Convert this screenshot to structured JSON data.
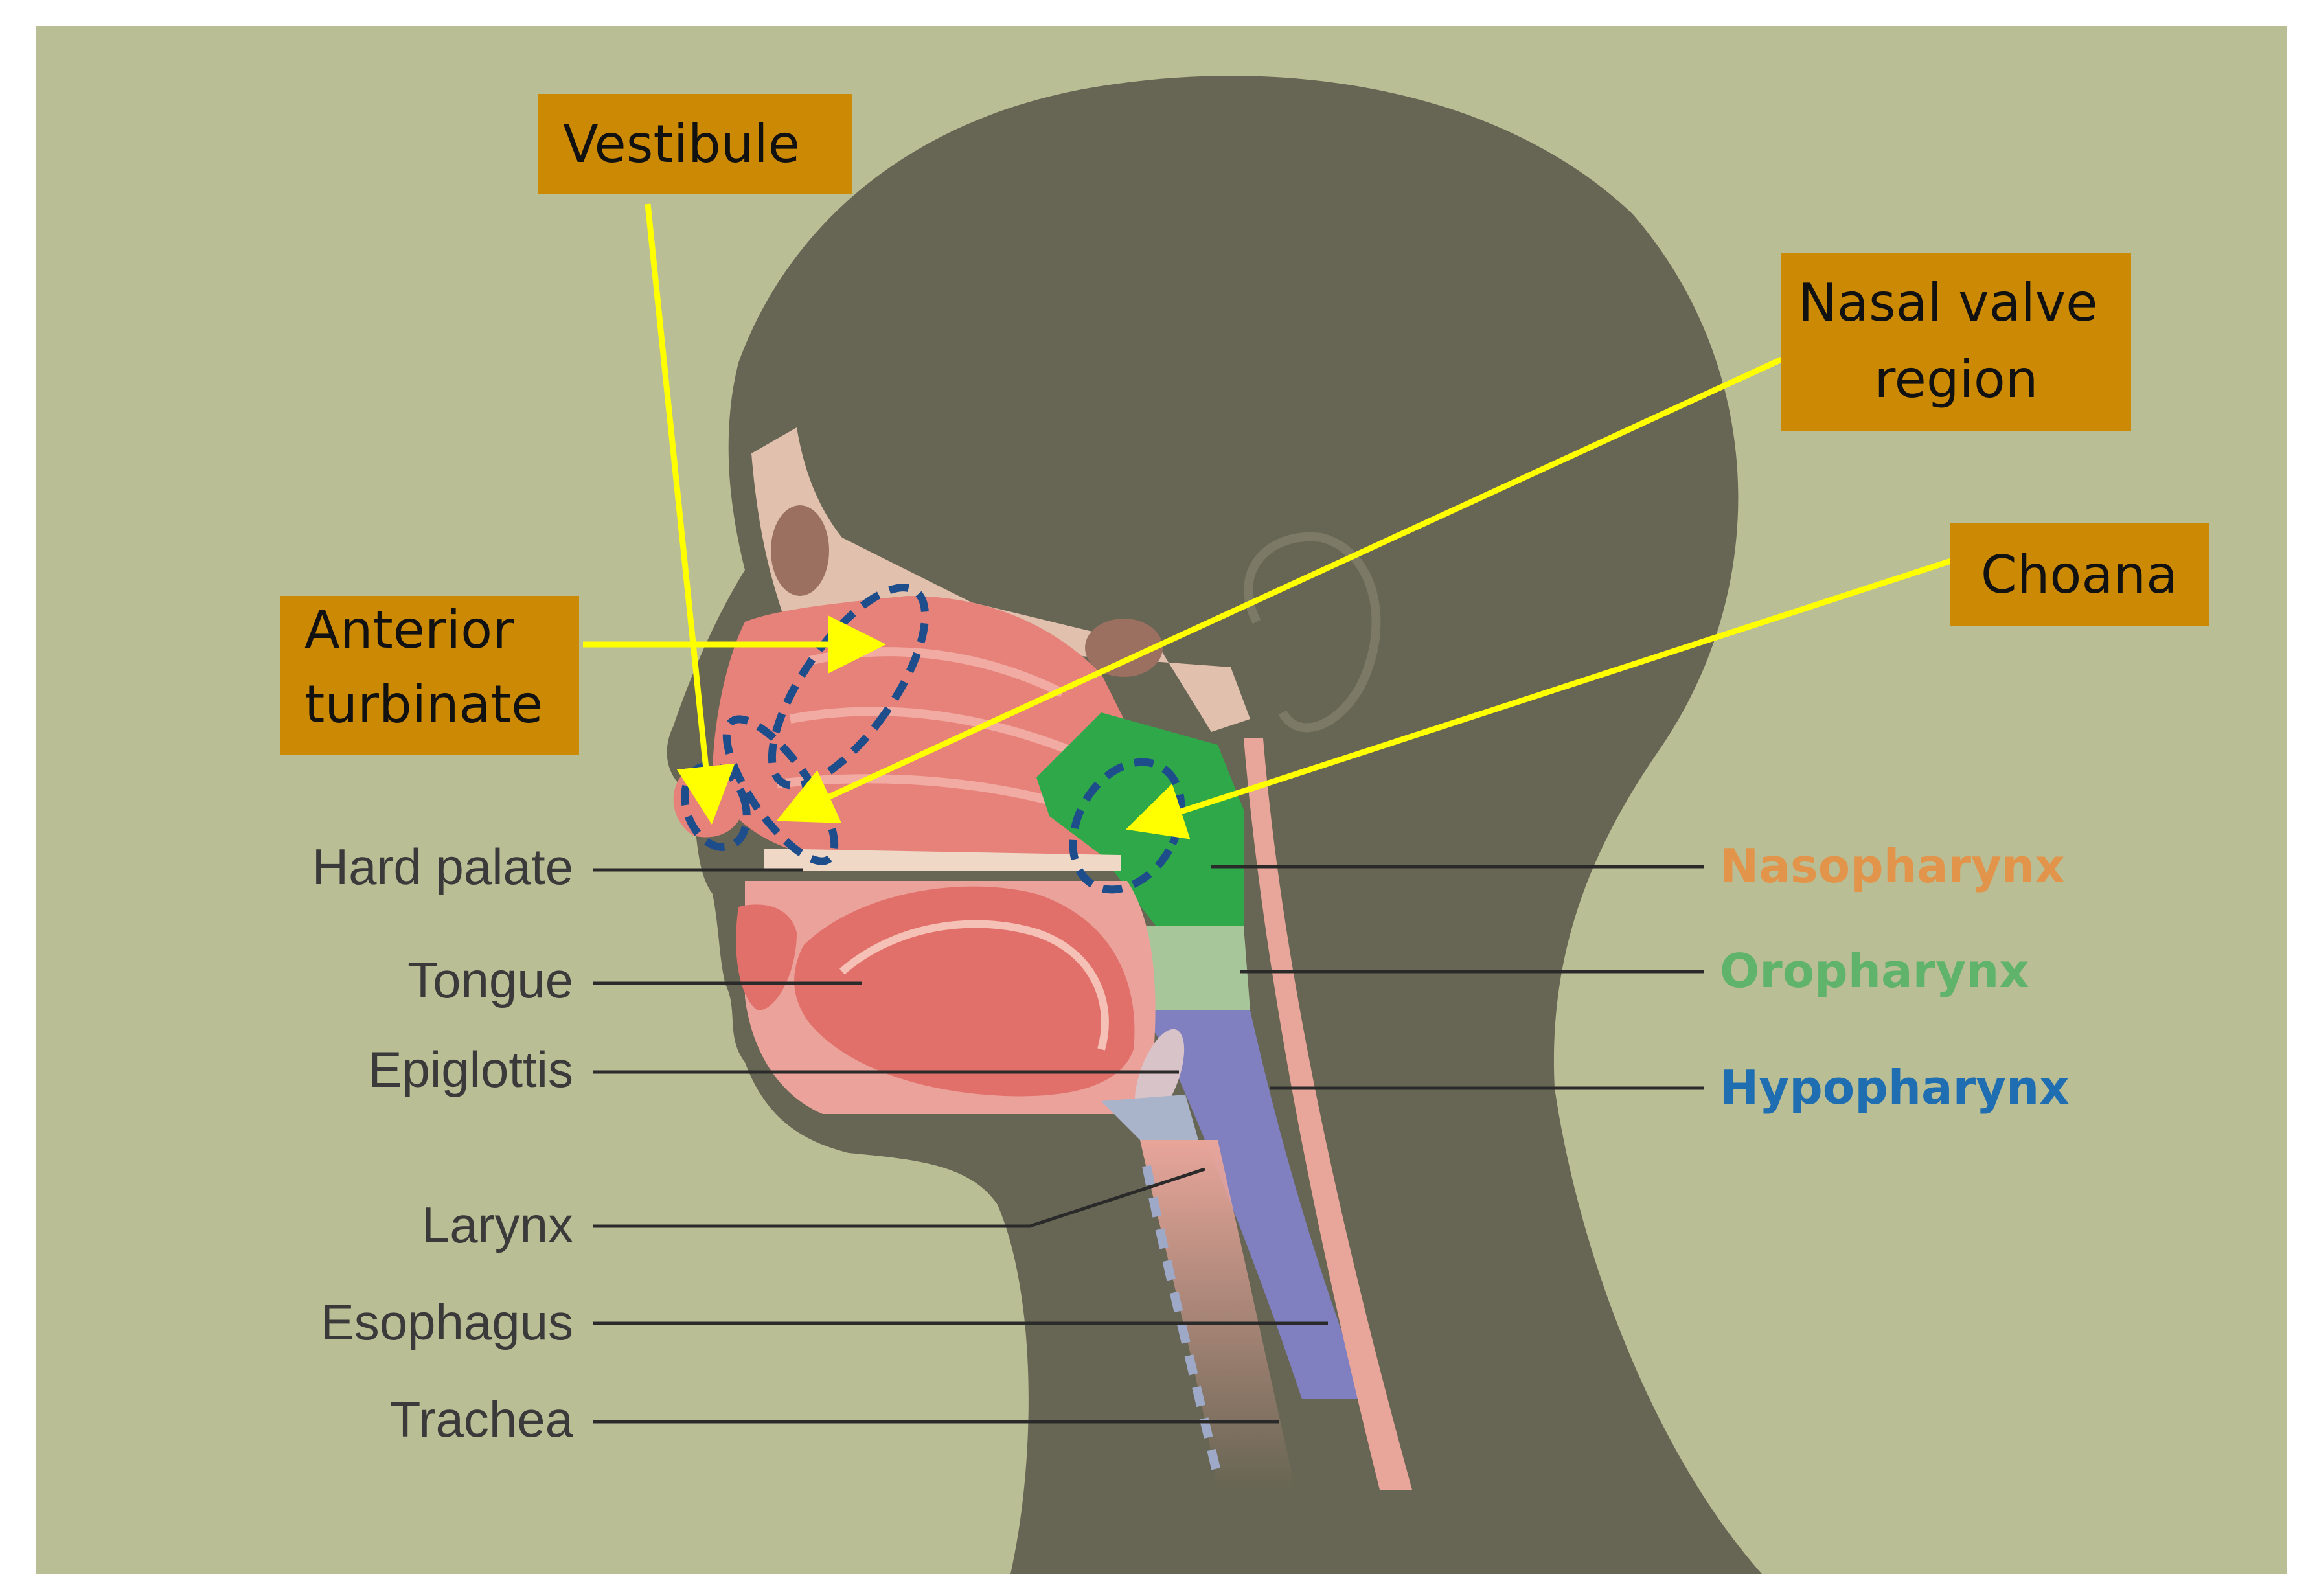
{
  "colors": {
    "background": "#b9be95",
    "head": "#676553",
    "callout_box": "#cc8a04",
    "arrow": "#ffff00",
    "dashed_outline": "#1e4d8c",
    "nasopharynx": "#e2954a",
    "oropharynx": "#5fb36a",
    "hypopharynx": "#1f6eb2",
    "leader_line": "#2a2a2a"
  },
  "callouts": {
    "vestibule": "Vestibule",
    "anterior_turbinate": [
      "Anterior",
      "turbinate"
    ],
    "nasal_valve_region": [
      "Nasal valve",
      "region"
    ],
    "choana": "Choana"
  },
  "anatomy_labels": {
    "hard_palate": "Hard palate",
    "tongue": "Tongue",
    "epiglottis": "Epiglottis",
    "larynx": "Larynx",
    "esophagus": "Esophagus",
    "trachea": "Trachea"
  },
  "pharynx_labels": {
    "nasopharynx": "Nasopharynx",
    "oropharynx": "Oropharynx",
    "hypopharynx": "Hypopharynx"
  }
}
